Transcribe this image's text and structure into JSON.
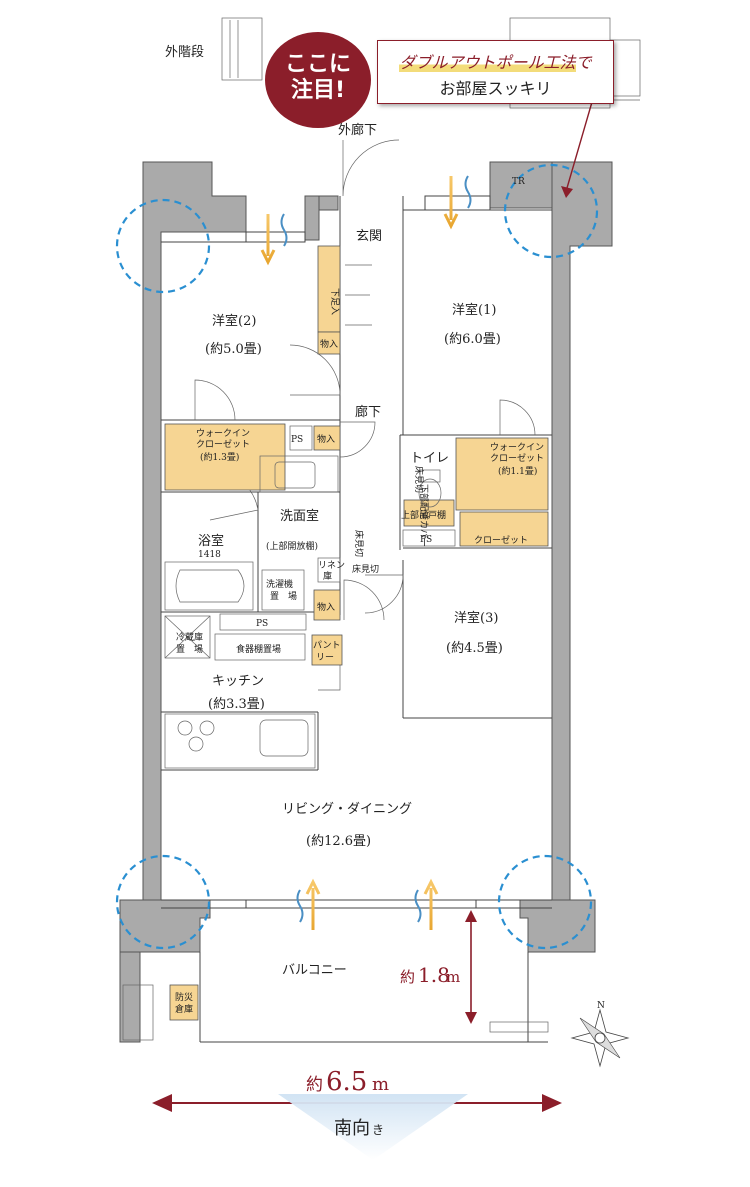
{
  "callout": {
    "badge_line1": "ここに",
    "badge_line2": "注目!",
    "headline_emph": "ダブルアウトポール工法",
    "headline_tail": "で",
    "subline": "お部屋スッキリ"
  },
  "labels": {
    "outer_stairs": "外階段",
    "outer_corridor": "外廊下",
    "tr": "TR",
    "entrance": "玄関",
    "shoe_box": "下足入",
    "storage": "物入",
    "storage2": "物入",
    "storage3": "物入",
    "hallway": "廊下",
    "ps": "PS",
    "ps2": "PS",
    "ps3": "PS",
    "western2_name": "洋室(2)",
    "western2_size": "(約5.0畳)",
    "western1_name": "洋室(1)",
    "western1_size": "(約6.0畳)",
    "western3_name": "洋室(3)",
    "western3_size": "(約4.5畳)",
    "wic_a_l1": "ウォークイン",
    "wic_a_l2": "クローゼット",
    "wic_a_size": "(約1.3畳)",
    "wic_b_l1": "ウォークイン",
    "wic_b_l2": "クローゼット",
    "wic_b_size": "(約1.1畳)",
    "closet": "クローゼット",
    "toilet": "トイレ",
    "upper_shelf": "上部吊戸棚",
    "floor_access": "床見切",
    "floor_access2": "床見切",
    "floor_access3": "床見切",
    "piping_cover": "下部配管カバー",
    "washroom": "洗面室",
    "upper_open_shelf": "(上部開放棚)",
    "bath": "浴室",
    "bath_size": "1418",
    "washer_l1": "洗濯機",
    "washer_l2": "置　場",
    "linen_l1": "リネン",
    "linen_l2": "庫",
    "fridge_l1": "冷蔵庫",
    "fridge_l2": "置　場",
    "dish_rack": "食器棚置場",
    "pantry_l1": "パント",
    "pantry_l2": "リー",
    "kitchen_name": "キッチン",
    "kitchen_size": "(約3.3畳)",
    "living_name": "リビング・ダイニング",
    "living_size": "(約12.6畳)",
    "balcony": "バルコニー",
    "fire_l1": "防災",
    "fire_l2": "倉庫",
    "depth_prefix": "約",
    "depth_value": "1.8",
    "depth_unit": "m",
    "width_prefix": "約",
    "width_value": "6.5",
    "width_unit": "m",
    "orientation_main": "南向",
    "orientation_tail": "き",
    "compass_n": "N"
  },
  "colors": {
    "accent": "#8b1e2a",
    "closet_fill": "#f6d593",
    "wall": "#aaaaaa",
    "dash_circle": "#2a8fd1",
    "vent_arrow": "#e8a630",
    "vent_wave": "#4a8fc4"
  }
}
